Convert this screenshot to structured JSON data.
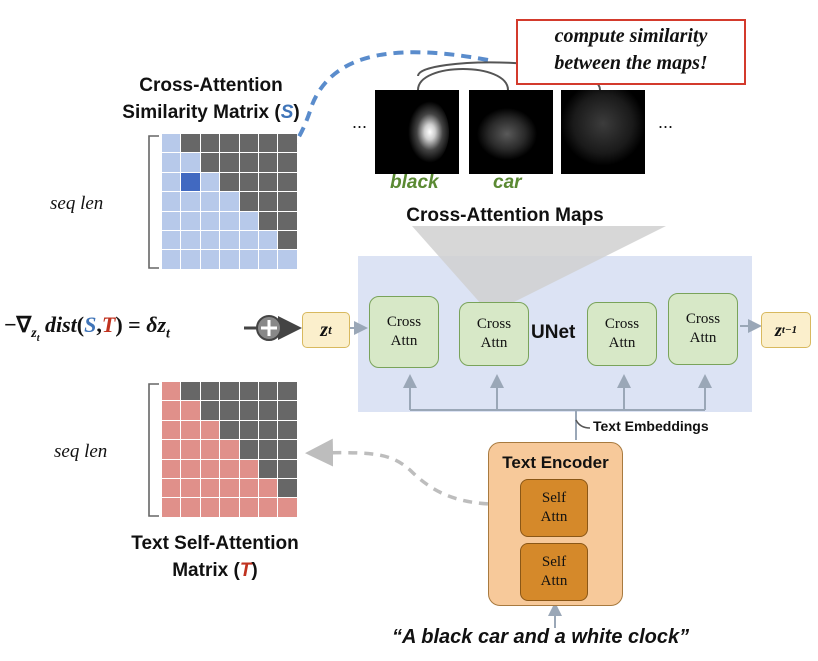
{
  "similarity_matrix": {
    "title_line1": "Cross-Attention",
    "title_line2_prefix": "Similarity Matrix (",
    "symbol": "S",
    "title_suffix": ")",
    "seq_label": "seq len",
    "size": 7,
    "lower_color": "#b7c9ea",
    "upper_color": "#676767",
    "highlight_color": "#4169c1"
  },
  "self_attention_matrix": {
    "title_line1": "Text Self-Attention",
    "title_line2_prefix": "Matrix (",
    "symbol": "T",
    "title_suffix": ")",
    "seq_label": "seq len",
    "size": 7,
    "lower_color": "#e0908a",
    "upper_color": "#676767"
  },
  "annotation": {
    "line1": "compute similarity",
    "line2": "between the maps!"
  },
  "attention_maps": {
    "title": "Cross-Attention Maps",
    "ellipsis_left": "...",
    "ellipsis_right": "...",
    "words": [
      "black",
      "car"
    ]
  },
  "unet": {
    "label": "UNet",
    "blocks": [
      {
        "line1": "Cross",
        "line2": "Attn"
      },
      {
        "line1": "Cross",
        "line2": "Attn"
      },
      {
        "line1": "Cross",
        "line2": "Attn"
      },
      {
        "line1": "Cross",
        "line2": "Attn"
      }
    ],
    "input_main": "z",
    "input_sub": "t",
    "output_main": "z",
    "output_sub": "t−1",
    "text_embeddings": "Text Embeddings"
  },
  "equation": {
    "prefix": "−∇",
    "grad_sub": "z",
    "grad_subsub": "t",
    "dist": "dist",
    "open": "(",
    "S": "S",
    "comma": ",",
    "T": "T",
    "close": ")",
    "equals": " = ",
    "delta": "δz",
    "delta_sub": "t"
  },
  "text_encoder": {
    "label": "Text Encoder",
    "blocks": [
      {
        "line1": "Self",
        "line2": "Attn"
      },
      {
        "line1": "Self",
        "line2": "Attn"
      }
    ]
  },
  "prompt": "“A black car and a white clock”",
  "colors": {
    "annotation_border": "#d33a2c",
    "map_word": "#5b8a33",
    "cross_attn_fill": "#d7e8c7",
    "unet_fill": "#dce3f4",
    "encoder_fill": "#f7c99a",
    "self_attn_fill": "#d5892a",
    "z_fill": "#fbefcc",
    "S_color": "#3f74b8",
    "T_color": "#c0321f",
    "dashed_arrow_blue": "#5a8ccc",
    "dashed_arrow_gray": "#bdbdbd"
  }
}
